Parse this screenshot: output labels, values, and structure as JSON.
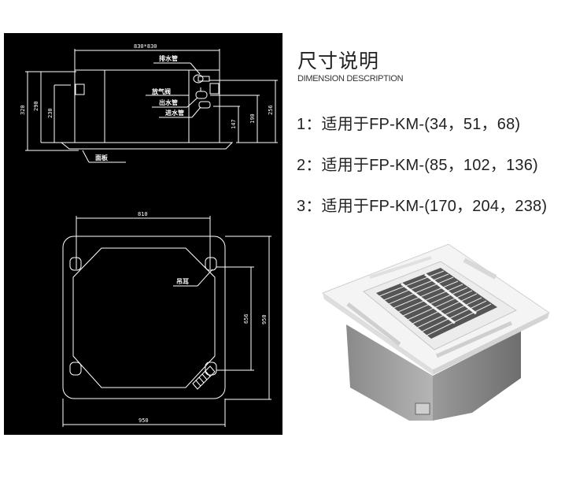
{
  "heading": {
    "title_cn": "尺寸说明",
    "title_en": "DIMENSION DESCRIPTION"
  },
  "specs": [
    {
      "index": "1",
      "text": "1：适用于FP-KM-(34，51，68)"
    },
    {
      "index": "2",
      "text": "2：适用于FP-KM-(85，102，136)"
    },
    {
      "index": "3",
      "text": "3：适用于FP-KM-(170，204，238)"
    }
  ],
  "side_view": {
    "top_dim": "830*830",
    "dims": {
      "d320": "320",
      "d290": "290",
      "d230": "230",
      "d147": "147",
      "d190": "190",
      "d256": "256"
    },
    "labels": {
      "drain_pipe": "排水管",
      "air_valve": "放气阀",
      "outlet_pipe": "出水管",
      "inlet_pipe": "进水管",
      "panel": "面板"
    }
  },
  "top_view": {
    "dims": {
      "d810": "810",
      "d656": "656",
      "d950_v": "950",
      "d950_h": "950"
    },
    "labels": {
      "hanger": "吊耳"
    }
  },
  "colors": {
    "panel_bg": "#000000",
    "line": "#ffffff",
    "text": "#222222"
  }
}
